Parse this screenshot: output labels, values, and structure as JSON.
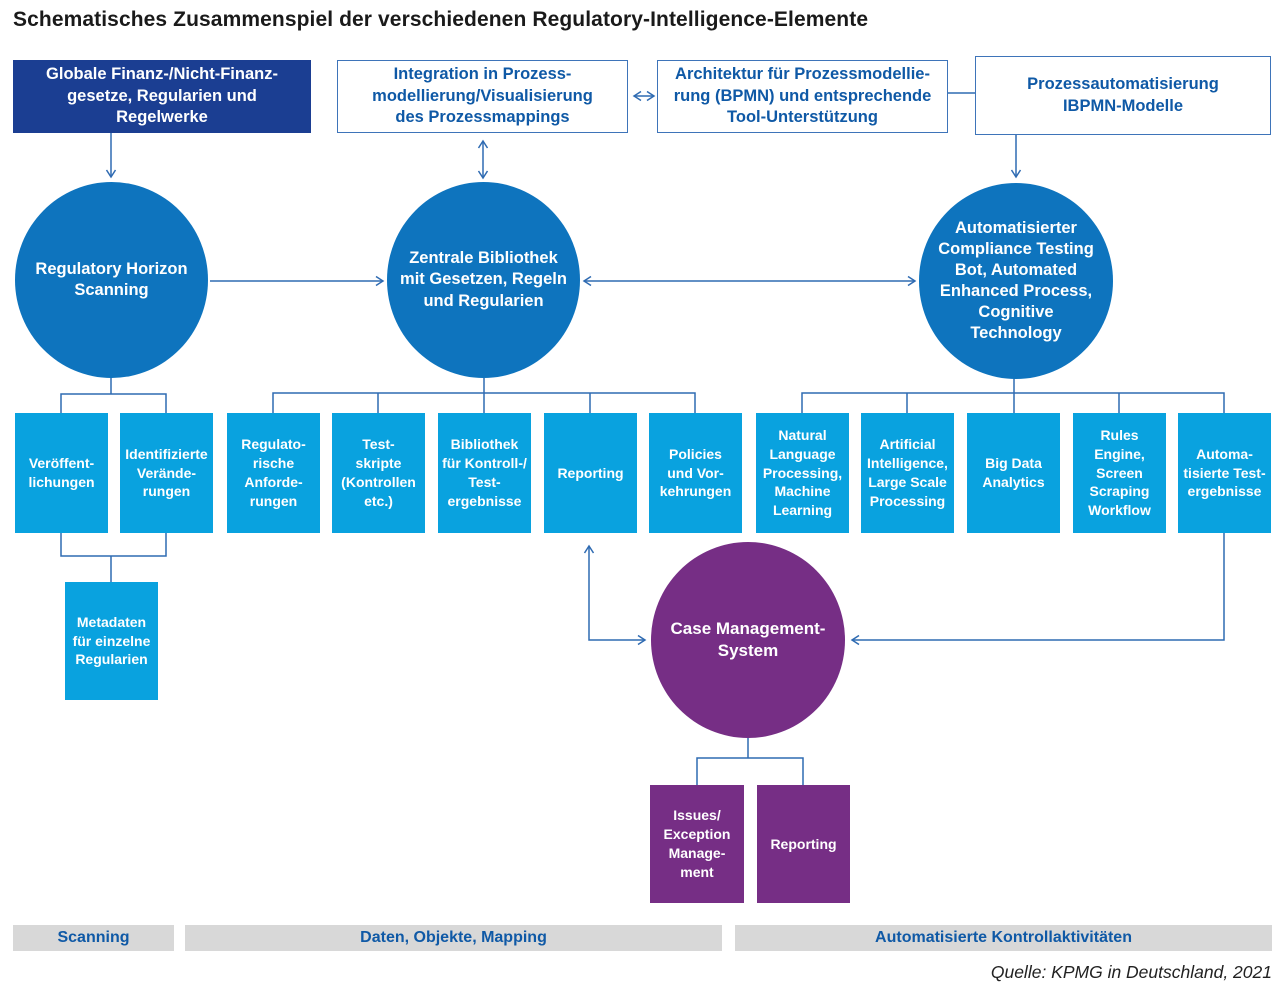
{
  "title": "Schematisches Zusammenspiel der verschiedenen Regulatory-Intelligence-Elemente",
  "source": "Quelle: KPMG in Deutschland, 2021",
  "colors": {
    "dark_blue": "#1B3E92",
    "medium_blue": "#0E74BE",
    "light_blue": "#09A2DF",
    "purple": "#762E85",
    "text_blue": "#0F59A6",
    "line_blue": "#2F6BB2",
    "bar_gray": "#D8D8D8"
  },
  "top_row": {
    "global_laws": "Globale Finanz-/Nicht-Finanz-\ngesetze, Regularien und\nRegelwerke",
    "integration": "Integration in Prozess-\nmodellierung/Visualisierung\ndes Prozessmappings",
    "architecture": "Architektur für Prozessmodellie-\nrung (BPMN) und entsprechende\nTool-Unterstützung",
    "automation": "Prozessautomatisierung\nIBPMN-Modelle"
  },
  "circles": {
    "horizon_scanning": "Regulatory Horizon\nScanning",
    "central_library": "Zentrale Bibliothek\nmit Gesetzen, Regeln\nund Regularien",
    "automated_testing": "Automatisierter\nCompliance Testing\nBot, Automated\nEnhanced Process,\nCognitive\nTechnology",
    "case_management": "Case Management-\nSystem"
  },
  "scanning_outputs": [
    "Veröffent-\nlichungen",
    "Identifizierte\nVerände-\nrungen"
  ],
  "metadata_box": "Metadaten\nfür einzelne\nRegularien",
  "library_outputs": [
    "Regulato-\nrische\nAnforde-\nrungen",
    "Test-\nskripte\n(Kontrollen\netc.)",
    "Bibliothek\nfür Kontroll-/\nTest-\nergebnisse",
    "Reporting",
    "Policies\nund Vor-\nkehrungen"
  ],
  "automation_outputs": [
    "Natural\nLanguage\nProcessing,\nMachine\nLearning",
    "Artificial\nIntelligence,\nLarge Scale\nProcessing",
    "Big Data\nAnalytics",
    "Rules\nEngine,\nScreen\nScraping\nWorkflow",
    "Automa-\ntisierte Test-\nergebnisse"
  ],
  "case_outputs": [
    "Issues/\nException\nManage-\nment",
    "Reporting"
  ],
  "bottom_bars": [
    "Scanning",
    "Daten, Objekte, Mapping",
    "Automatisierte Kontrollaktivitäten"
  ]
}
